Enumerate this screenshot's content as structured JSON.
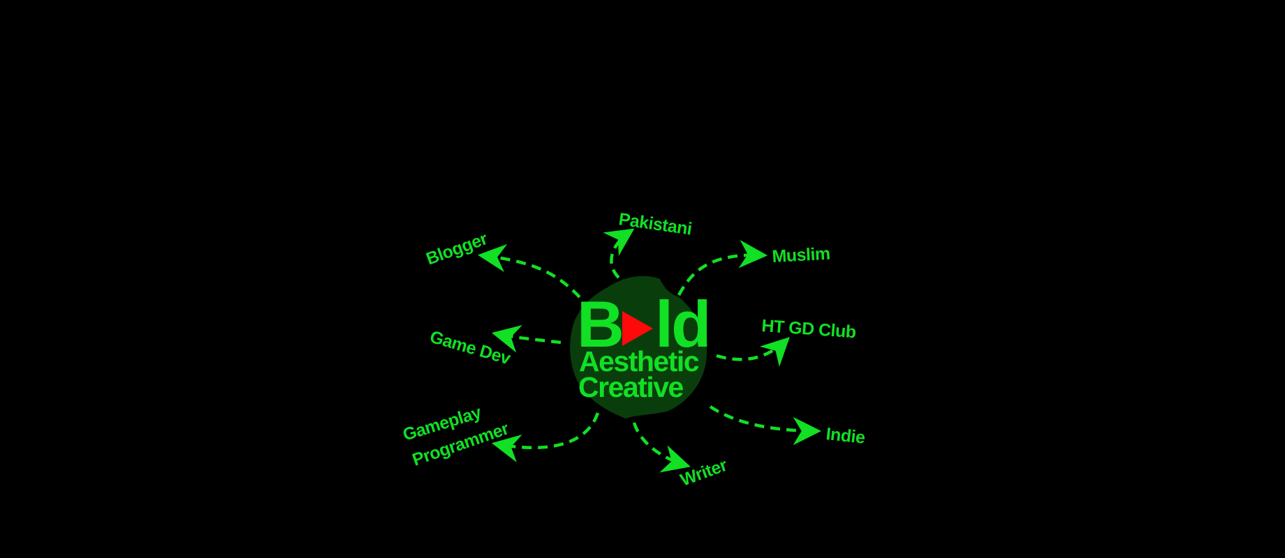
{
  "colors": {
    "background": "#000000",
    "accent": "#11e024",
    "emblem": "#0a3d0c",
    "play": "#ff0a0a"
  },
  "logo": {
    "word_start": "B",
    "icon": "play-icon",
    "word_end": "ld",
    "line2": "Aesthetic",
    "line3": "Creative"
  },
  "nodes": {
    "blogger": "Blogger",
    "pakistani": "Pakistani",
    "muslim": "Muslim",
    "game_dev": "Game Dev",
    "ht_gd_club": "HT GD Club",
    "gameplay_line1": "Gameplay",
    "gameplay_line2": "Programmer",
    "writer": "Writer",
    "indie": "Indie"
  }
}
